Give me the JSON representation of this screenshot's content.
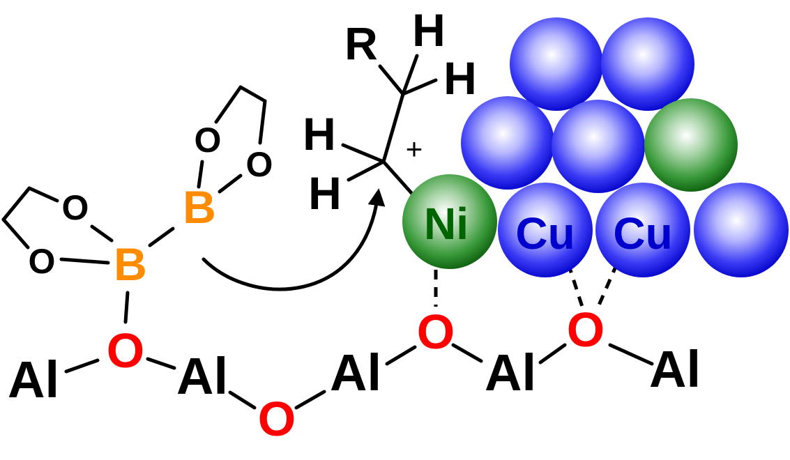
{
  "labels": {
    "al": "Al",
    "o": "O",
    "b": "B",
    "h": "H",
    "r": "R",
    "ni": "Ni",
    "cu": "Cu",
    "plus": "+"
  },
  "colors": {
    "oxygen": "#ff0000",
    "boron": "#ff8c00",
    "migrating_h": "#ff00ff",
    "metal_text": "#0000cc",
    "nickel_text": "#006400",
    "cu_sphere": "#1010ee",
    "ni_sphere": "#1e7d1e",
    "bond": "#000000"
  }
}
